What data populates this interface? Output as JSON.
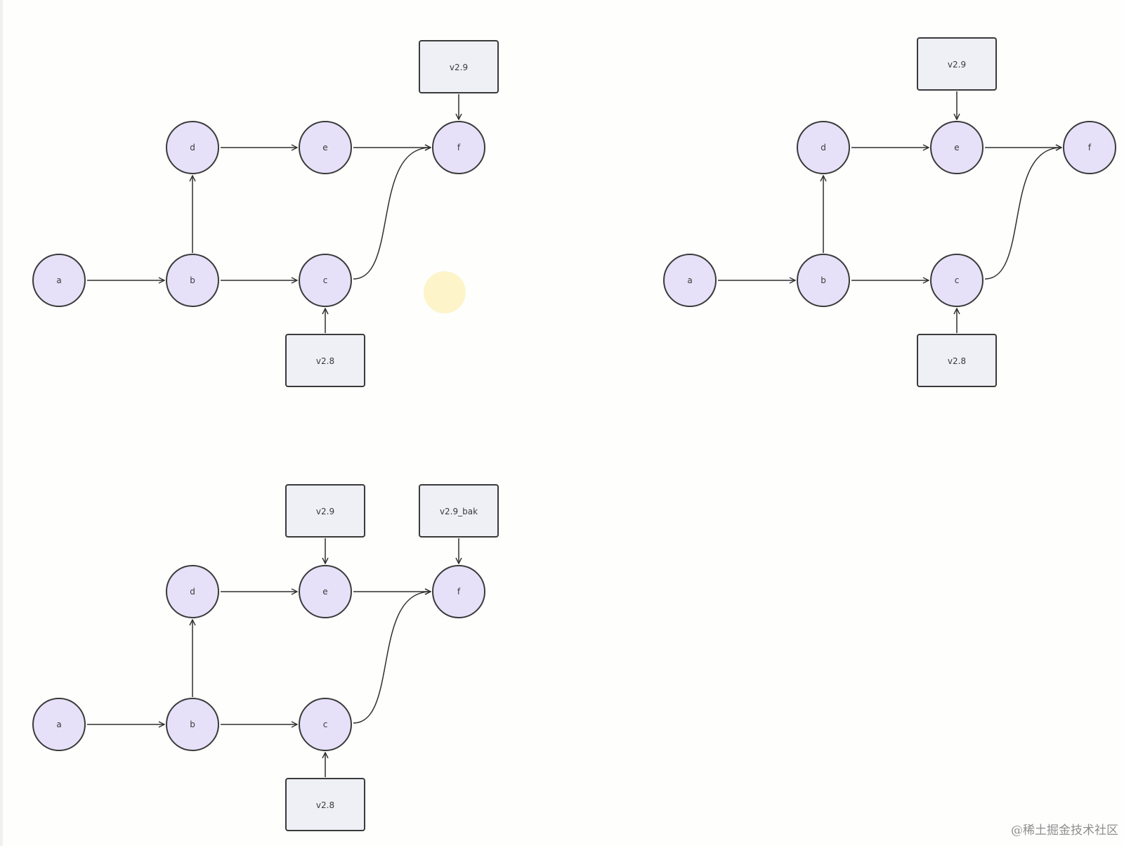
{
  "colors": {
    "node_fill": "#e6e1f8",
    "node_stroke": "#3a3a3a",
    "tag_fill": "#eef0f6",
    "tag_stroke": "#3a3a3a",
    "edge": "#2f2f2f",
    "cursor": "#fdf3c4"
  },
  "diagrams": [
    {
      "id": "diagram-1",
      "nodes": [
        {
          "id": "a",
          "label": "a"
        },
        {
          "id": "b",
          "label": "b"
        },
        {
          "id": "c",
          "label": "c"
        },
        {
          "id": "d",
          "label": "d"
        },
        {
          "id": "e",
          "label": "e"
        },
        {
          "id": "f",
          "label": "f"
        }
      ],
      "tags": [
        {
          "label": "v2.9",
          "points_to": "f"
        },
        {
          "label": "v2.8",
          "points_to": "c"
        }
      ],
      "edges": [
        {
          "from": "a",
          "to": "b"
        },
        {
          "from": "b",
          "to": "c"
        },
        {
          "from": "b",
          "to": "d"
        },
        {
          "from": "d",
          "to": "e"
        },
        {
          "from": "e",
          "to": "f"
        },
        {
          "from": "c",
          "to": "f"
        }
      ]
    },
    {
      "id": "diagram-2",
      "nodes": [
        {
          "id": "a",
          "label": "a"
        },
        {
          "id": "b",
          "label": "b"
        },
        {
          "id": "c",
          "label": "c"
        },
        {
          "id": "d",
          "label": "d"
        },
        {
          "id": "e",
          "label": "e"
        },
        {
          "id": "f",
          "label": "f"
        }
      ],
      "tags": [
        {
          "label": "v2.9",
          "points_to": "e"
        },
        {
          "label": "v2.8",
          "points_to": "c"
        }
      ],
      "edges": [
        {
          "from": "a",
          "to": "b"
        },
        {
          "from": "b",
          "to": "c"
        },
        {
          "from": "b",
          "to": "d"
        },
        {
          "from": "d",
          "to": "e"
        },
        {
          "from": "e",
          "to": "f"
        },
        {
          "from": "c",
          "to": "f"
        }
      ]
    },
    {
      "id": "diagram-3",
      "nodes": [
        {
          "id": "a",
          "label": "a"
        },
        {
          "id": "b",
          "label": "b"
        },
        {
          "id": "c",
          "label": "c"
        },
        {
          "id": "d",
          "label": "d"
        },
        {
          "id": "e",
          "label": "e"
        },
        {
          "id": "f",
          "label": "f"
        }
      ],
      "tags": [
        {
          "label": "v2.9",
          "points_to": "e"
        },
        {
          "label": "v2.9_bak",
          "points_to": "f"
        },
        {
          "label": "v2.8",
          "points_to": "c"
        }
      ],
      "edges": [
        {
          "from": "a",
          "to": "b"
        },
        {
          "from": "b",
          "to": "c"
        },
        {
          "from": "b",
          "to": "d"
        },
        {
          "from": "d",
          "to": "e"
        },
        {
          "from": "e",
          "to": "f"
        },
        {
          "from": "c",
          "to": "f"
        }
      ]
    }
  ],
  "watermark": "@稀土掘金技术社区"
}
